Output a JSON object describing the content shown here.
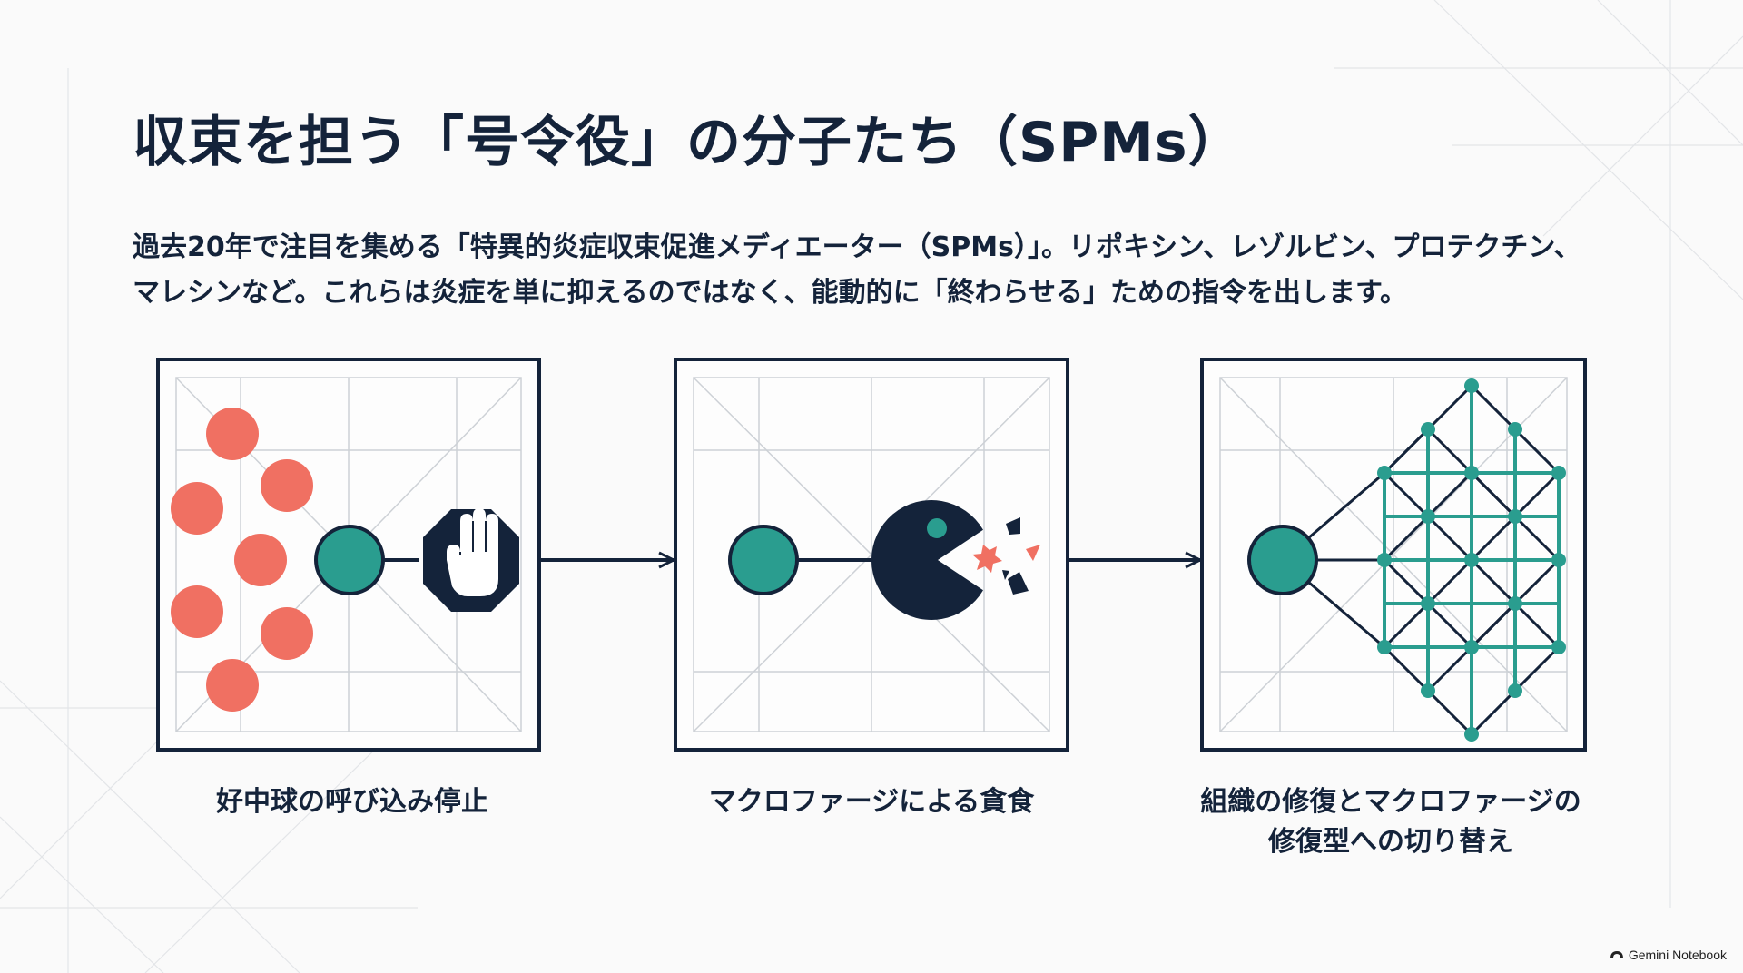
{
  "slide": {
    "title": "収束を担う「号令役」の分子たち（SPMs）",
    "description_lines": [
      "過去20年で注目を集める「特異的炎症収束促進メディエーター（SPMs）」。リポキシン、レゾルビン、プロテクチン、",
      "マレシンなど。これらは炎症を単に抑えるのではなく、能動的に「終わらせる」ための指令を出します。"
    ]
  },
  "diagram": {
    "stages": [
      {
        "caption_lines": [
          "好中球の呼び込み停止"
        ]
      },
      {
        "caption_lines": [
          "マクロファージによる貪食"
        ]
      },
      {
        "caption_lines": [
          "組織の修復とマクロファージの",
          "修復型への切り替え"
        ]
      }
    ],
    "icons": [
      "neutrophil-icon",
      "mediator-icon",
      "stop-hand-icon",
      "macrophage-icon",
      "debris-icon",
      "tissue-network-icon",
      "arrow-icon"
    ]
  },
  "colors": {
    "navy": "#14233a",
    "teal": "#2a9d8f",
    "coral": "#f07062",
    "grid": "#c9cdd2",
    "background": "#fafafa"
  },
  "branding": {
    "label": "Gemini Notebook"
  }
}
